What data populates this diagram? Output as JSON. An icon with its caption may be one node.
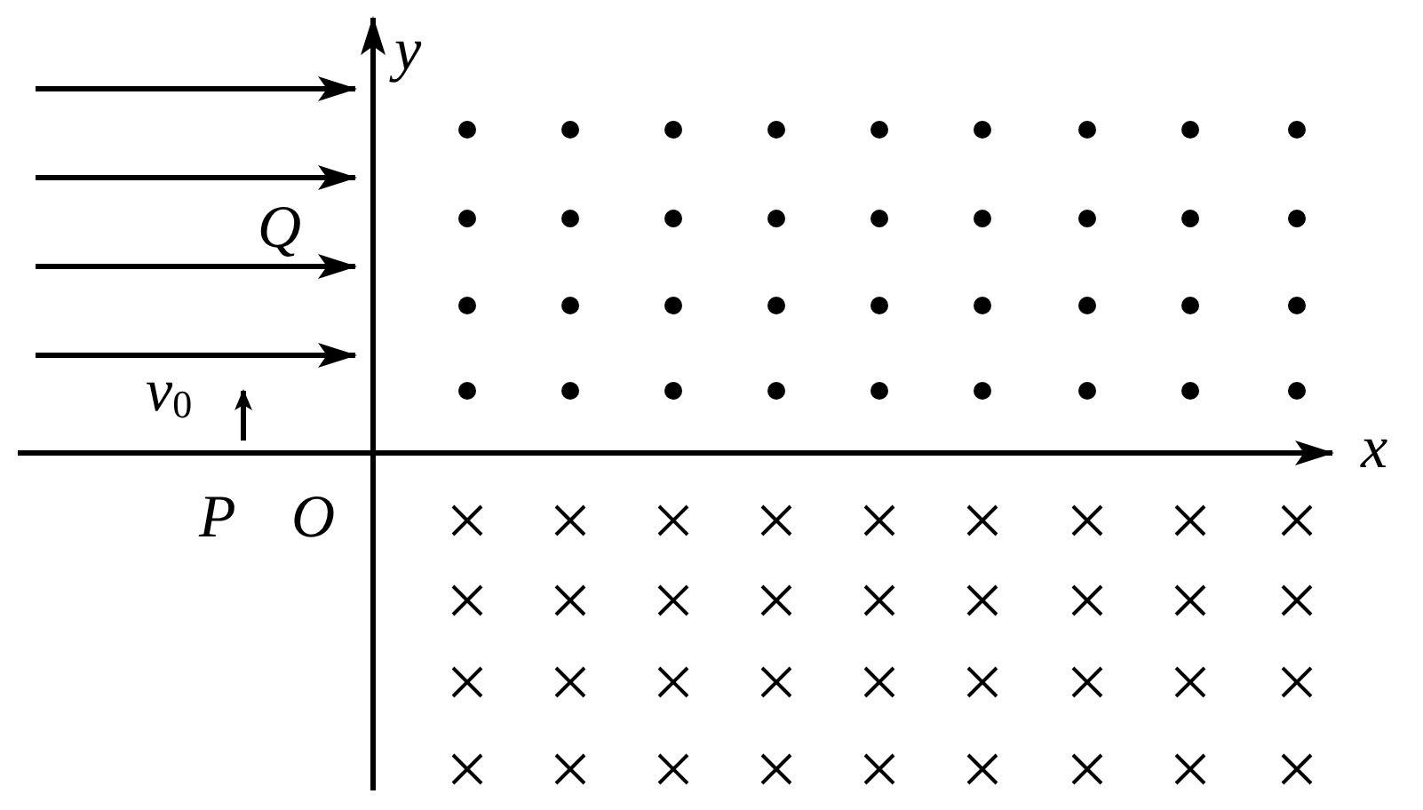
{
  "diagram": {
    "labels": [
      "y",
      "Q",
      "v$_{0}$",
      "x",
      "P",
      "O"
    ]
  }
}
